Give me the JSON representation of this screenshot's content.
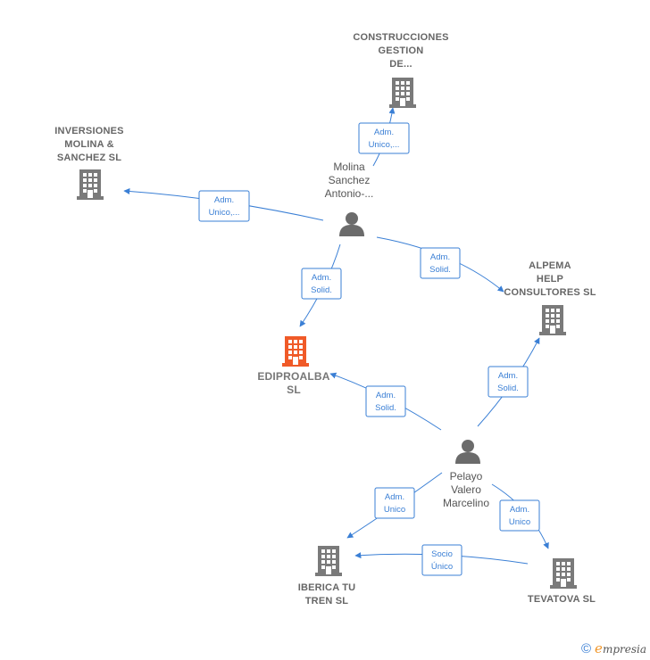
{
  "colors": {
    "edge": "#3a7fd5",
    "building": "#7a7a7a",
    "main_building": "#f05a28",
    "person": "#6b6b6b"
  },
  "nodes": {
    "construcciones": {
      "lines": [
        "CONSTRUCCIONES",
        "GESTION",
        "DE..."
      ],
      "icon": "building-icon"
    },
    "inversiones": {
      "lines": [
        "INVERSIONES",
        "MOLINA &",
        "SANCHEZ  SL"
      ],
      "icon": "building-icon"
    },
    "molina": {
      "lines": [
        "Molina",
        "Sanchez",
        "Antonio-..."
      ],
      "icon": "person-icon"
    },
    "alpema": {
      "lines": [
        "ALPEMA",
        "HELP",
        "CONSULTORES SL"
      ],
      "icon": "building-icon"
    },
    "ediproalba": {
      "lines": [
        "EDIPROALBA",
        "SL"
      ],
      "icon": "building-icon"
    },
    "pelayo": {
      "lines": [
        "Pelayo",
        "Valero",
        "Marcelino"
      ],
      "icon": "person-icon"
    },
    "iberica": {
      "lines": [
        "IBERICA TU",
        "TREN  SL"
      ],
      "icon": "building-icon"
    },
    "tevatova": {
      "lines": [
        "TEVATOVA SL"
      ],
      "icon": "building-icon"
    }
  },
  "edges": {
    "molina_construcciones": [
      "Adm.",
      "Unico,..."
    ],
    "molina_inversiones": [
      "Adm.",
      "Unico,..."
    ],
    "molina_ediproalba": [
      "Adm.",
      "Solid."
    ],
    "molina_alpema": [
      "Adm.",
      "Solid."
    ],
    "pelayo_alpema": [
      "Adm.",
      "Solid."
    ],
    "pelayo_ediproalba": [
      "Adm.",
      "Solid."
    ],
    "pelayo_iberica": [
      "Adm.",
      "Unico"
    ],
    "pelayo_tevatova": [
      "Adm.",
      "Unico"
    ],
    "tevatova_iberica": [
      "Socio",
      "Único"
    ]
  },
  "footer": {
    "copyright": "©",
    "brand_initial": "e",
    "brand_rest": "mpresia"
  }
}
